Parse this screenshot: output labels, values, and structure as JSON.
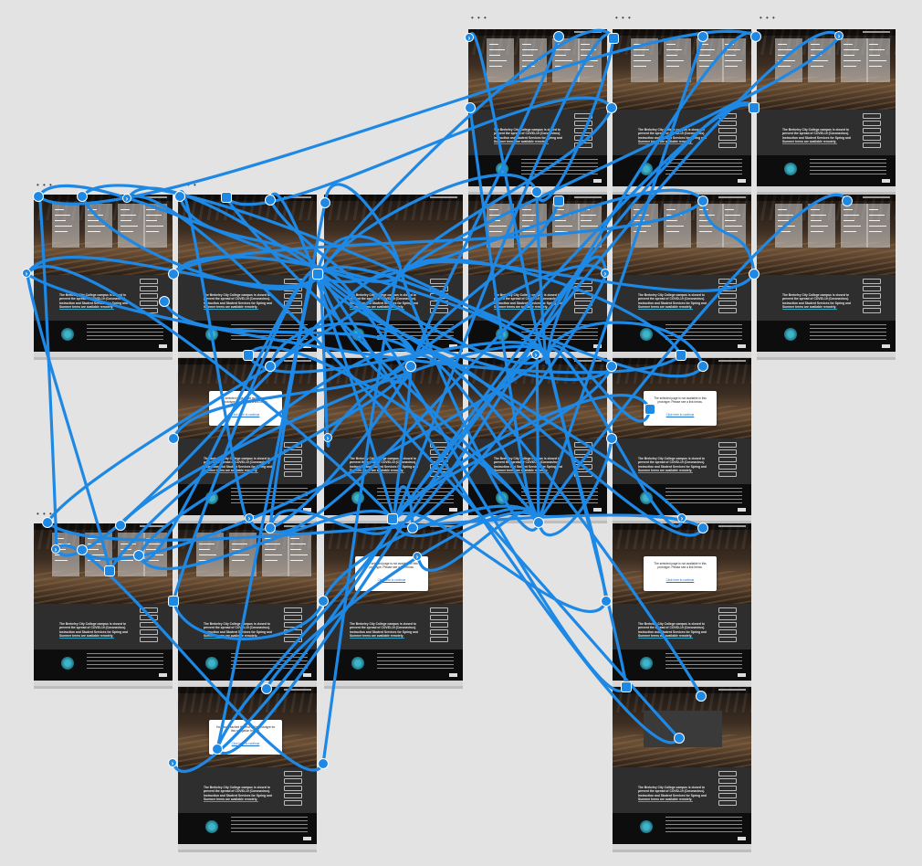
{
  "screen_title": "",
  "board_menu": "• • •",
  "accent_color": "#1e88e5",
  "home_text": "The Berkeley City College campus is closed to prevent the spread of COVID-19 (Coronavirus). Instruction and Student Services for Spring and Summer terms are available remotely.",
  "modal_text": "The selected page is not available in this prototype. Please see a link below.",
  "modal_link": "Click here to continue",
  "end_text": "You have reached the end of the prototype for this navigation feature.",
  "end_link": "Click here to continue",
  "artboards": [
    {
      "id": "ab-01",
      "variant": "menu",
      "menu": true
    },
    {
      "id": "ab-02",
      "variant": "menu",
      "menu": true
    },
    {
      "id": "ab-03",
      "variant": "menu",
      "menu": true
    },
    {
      "id": "ab-04",
      "variant": "plain",
      "menu": false
    },
    {
      "id": "ab-05",
      "variant": "plain",
      "menu": false
    },
    {
      "id": "ab-06",
      "variant": "plain",
      "menu": false
    },
    {
      "id": "ab-07",
      "variant": "menu",
      "menu": true
    },
    {
      "id": "ab-08",
      "variant": "menu",
      "menu": true
    },
    {
      "id": "ab-09",
      "variant": "menu",
      "menu": true
    },
    {
      "id": "ab-10",
      "variant": "modal",
      "menu": false
    },
    {
      "id": "ab-11",
      "variant": "plain",
      "menu": false
    },
    {
      "id": "ab-12",
      "variant": "plain",
      "menu": false
    },
    {
      "id": "ab-13",
      "variant": "modal",
      "menu": false
    },
    {
      "id": "ab-14",
      "variant": "menu",
      "menu": true
    },
    {
      "id": "ab-15",
      "variant": "menu",
      "menu": true
    },
    {
      "id": "ab-16",
      "variant": "modal",
      "menu": false
    },
    {
      "id": "ab-17",
      "variant": "modal",
      "menu": false
    },
    {
      "id": "ab-18",
      "variant": "end",
      "menu": false
    },
    {
      "id": "ab-19",
      "variant": "dark",
      "menu": false
    }
  ]
}
